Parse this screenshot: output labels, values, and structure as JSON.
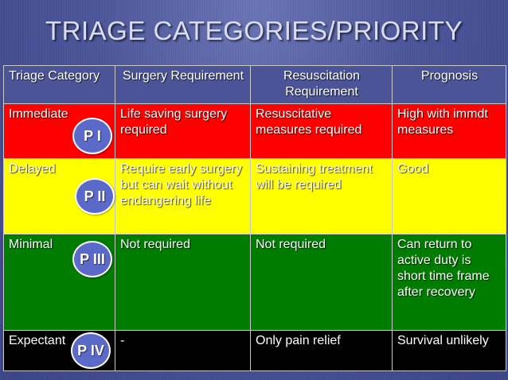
{
  "slide": {
    "title": "TRIAGE CATEGORIES/PRIORITY"
  },
  "colors": {
    "immediate": "#ff0000",
    "delayed": "#ffff00",
    "minimal": "#007c00",
    "expectant": "#000000",
    "header": "#4b5497",
    "badge": "#5b6ac8"
  },
  "table": {
    "headers": [
      "Triage Category",
      "Surgery Requirement",
      "Resuscitation Requirement",
      "Prognosis"
    ],
    "rows": [
      {
        "category": "Immediate",
        "priority": "P I",
        "surgery": "Life saving surgery required",
        "resuscitation": "Resuscitative measures required",
        "prognosis": "High with immdt measures"
      },
      {
        "category": "Delayed",
        "priority": "P II",
        "surgery": "Require early surgery but can wait without endangering life",
        "resuscitation": "Sustaining treatment will be required",
        "prognosis": "Good"
      },
      {
        "category": "Minimal",
        "priority": "P III",
        "surgery": "Not required",
        "resuscitation": "Not required",
        "prognosis": "Can return to active duty is short time frame after recovery"
      },
      {
        "category": "Expectant",
        "priority": "P IV",
        "surgery": "-",
        "resuscitation": "Only pain relief",
        "prognosis": "Survival unlikely"
      }
    ]
  }
}
